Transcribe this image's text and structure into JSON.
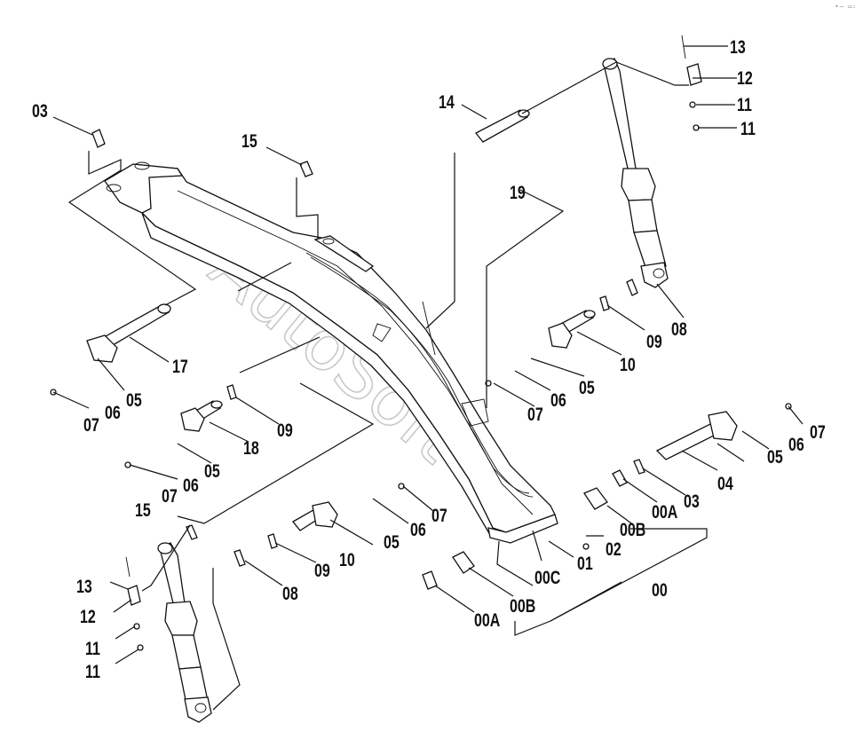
{
  "diagram": {
    "watermark": "AutoSoft",
    "corner_mark": "•~ ==",
    "labels": [
      {
        "id": "lbl-13-top",
        "text": "13"
      },
      {
        "id": "lbl-12-top",
        "text": "12"
      },
      {
        "id": "lbl-11-top-a",
        "text": "11"
      },
      {
        "id": "lbl-11-top-b",
        "text": "11"
      },
      {
        "id": "lbl-14",
        "text": "14"
      },
      {
        "id": "lbl-03-top",
        "text": "03"
      },
      {
        "id": "lbl-15-top",
        "text": "15"
      },
      {
        "id": "lbl-19",
        "text": "19"
      },
      {
        "id": "lbl-17",
        "text": "17"
      },
      {
        "id": "lbl-05-a",
        "text": "05"
      },
      {
        "id": "lbl-06-a",
        "text": "06"
      },
      {
        "id": "lbl-07-a",
        "text": "07"
      },
      {
        "id": "lbl-08-top",
        "text": "08"
      },
      {
        "id": "lbl-09-top",
        "text": "09"
      },
      {
        "id": "lbl-10-top",
        "text": "10"
      },
      {
        "id": "lbl-05-b",
        "text": "05"
      },
      {
        "id": "lbl-06-b",
        "text": "06"
      },
      {
        "id": "lbl-07-b",
        "text": "07"
      },
      {
        "id": "lbl-09-mid",
        "text": "09"
      },
      {
        "id": "lbl-18",
        "text": "18"
      },
      {
        "id": "lbl-05-c",
        "text": "05"
      },
      {
        "id": "lbl-06-c",
        "text": "06"
      },
      {
        "id": "lbl-07-c",
        "text": "07"
      },
      {
        "id": "lbl-07-r",
        "text": "07"
      },
      {
        "id": "lbl-06-r",
        "text": "06"
      },
      {
        "id": "lbl-05-r",
        "text": "05"
      },
      {
        "id": "lbl-04",
        "text": "04"
      },
      {
        "id": "lbl-03-r",
        "text": "03"
      },
      {
        "id": "lbl-00A-r",
        "text": "00A"
      },
      {
        "id": "lbl-00B-r",
        "text": "00B"
      },
      {
        "id": "lbl-15-bot",
        "text": "15"
      },
      {
        "id": "lbl-07-d",
        "text": "07"
      },
      {
        "id": "lbl-06-d",
        "text": "06"
      },
      {
        "id": "lbl-05-d",
        "text": "05"
      },
      {
        "id": "lbl-10-bot",
        "text": "10"
      },
      {
        "id": "lbl-09-bot",
        "text": "09"
      },
      {
        "id": "lbl-08-bot",
        "text": "08"
      },
      {
        "id": "lbl-02",
        "text": "02"
      },
      {
        "id": "lbl-01",
        "text": "01"
      },
      {
        "id": "lbl-00C",
        "text": "00C"
      },
      {
        "id": "lbl-00",
        "text": "00"
      },
      {
        "id": "lbl-00B-b",
        "text": "00B"
      },
      {
        "id": "lbl-00A-b",
        "text": "00A"
      },
      {
        "id": "lbl-13-bot",
        "text": "13"
      },
      {
        "id": "lbl-12-bot",
        "text": "12"
      },
      {
        "id": "lbl-11-bot-a",
        "text": "11"
      },
      {
        "id": "lbl-11-bot-b",
        "text": "11"
      }
    ]
  }
}
